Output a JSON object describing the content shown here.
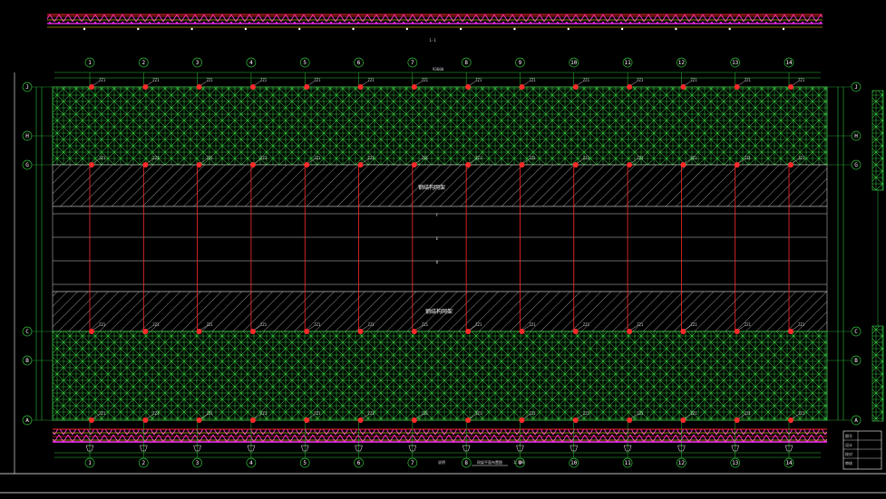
{
  "drawing": {
    "top_elevation_caption": "1-1",
    "top_dimension_total": "93600",
    "zone_label_upper": "钢结构网架",
    "zone_label_lower": "钢结构网架",
    "title_text": "网架平面布置图",
    "title_scale": "1:100",
    "title_left_text": "说明",
    "column_axes": [
      "1",
      "2",
      "3",
      "4",
      "5",
      "6",
      "7",
      "8",
      "9",
      "10",
      "11",
      "12",
      "13",
      "14"
    ],
    "row_axes": [
      "J",
      "H",
      "G",
      "C",
      "B",
      "A"
    ],
    "row_axes_midline": [
      "F",
      "E",
      "D"
    ],
    "support_tag": "ZZ1",
    "title_block_rows": [
      "图号",
      "设计",
      "校对",
      "审核"
    ],
    "colors": {
      "background": "#000000",
      "grid_green": "#2fbf3a",
      "support_red": "#ff2a2a",
      "truss_magenta": "#ff30ff",
      "axis_white": "#ffffff",
      "hatch": "#cfcfcf"
    }
  }
}
